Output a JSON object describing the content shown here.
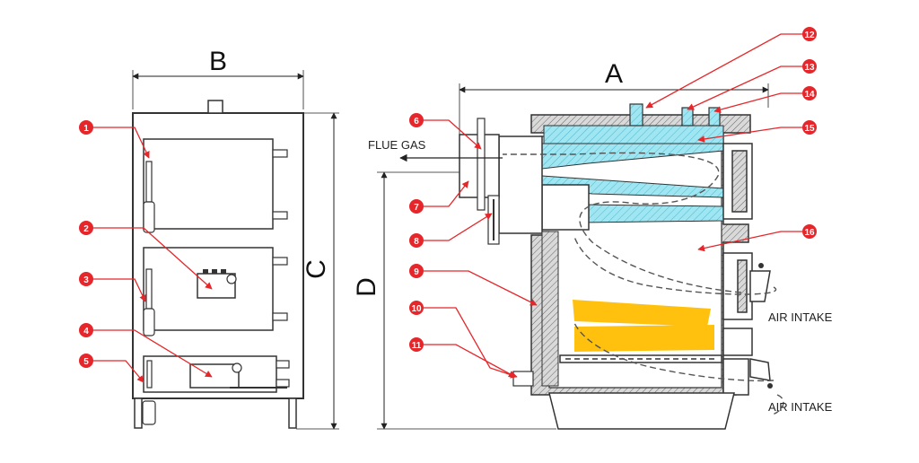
{
  "dimensions": {
    "a": "A",
    "b": "B",
    "c": "C",
    "d": "D"
  },
  "labels": {
    "flue_gas": "FLUE GAS",
    "air_intake_upper": "AIR INTAKE",
    "air_intake_lower": "AIR INTAKE"
  },
  "callouts": [
    "1",
    "2",
    "3",
    "4",
    "5",
    "6",
    "7",
    "8",
    "9",
    "10",
    "11",
    "12",
    "13",
    "14",
    "15",
    "16"
  ],
  "colors": {
    "callout": "#e5262a",
    "insulation": "#9fe6f2",
    "fire": "#ffc10e",
    "wall": "#8a8a8a"
  }
}
